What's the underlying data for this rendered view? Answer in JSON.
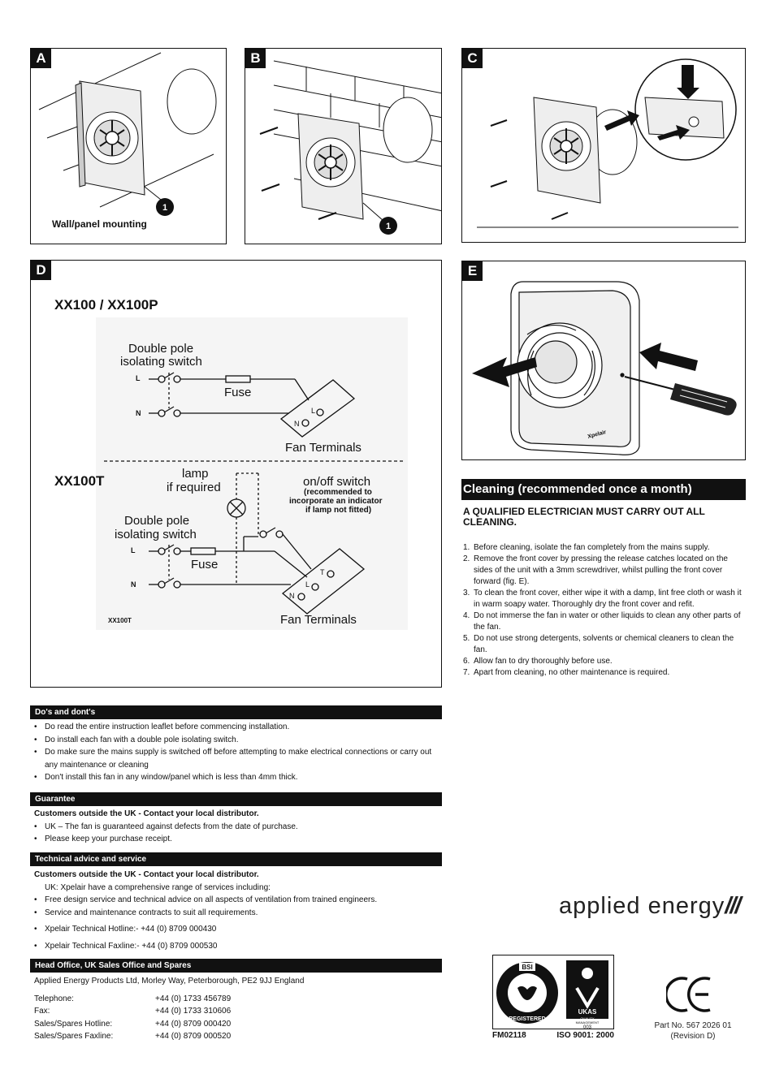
{
  "panels": {
    "a": {
      "letter": "A",
      "caption": "Wall/panel mounting",
      "callout": "1"
    },
    "b": {
      "letter": "B",
      "callout": "1"
    },
    "c": {
      "letter": "C"
    },
    "d": {
      "letter": "D"
    },
    "e": {
      "letter": "E"
    }
  },
  "wiring": {
    "xx100": {
      "title": "XX100 / XX100P",
      "switch_label_1": "Double pole",
      "switch_label_2": "isolating switch",
      "l": "L",
      "n": "N",
      "fuse": "Fuse",
      "term_l": "L",
      "term_n": "N",
      "fan_terminals": "Fan Terminals"
    },
    "xx100t": {
      "title": "XX100T",
      "lamp_1": "lamp",
      "lamp_2": "if required",
      "onoff": "on/off switch",
      "onoff_note_1": "(recommended to",
      "onoff_note_2": "incorporate an indicator",
      "onoff_note_3": "if lamp not fitted)",
      "switch_label_1": "Double pole",
      "switch_label_2": "isolating switch",
      "l": "L",
      "n": "N",
      "fuse": "Fuse",
      "term_t": "T",
      "term_l": "L",
      "term_n": "N",
      "fan_terminals": "Fan Terminals",
      "small_label": "XX100T"
    }
  },
  "fan_logo": "Xpelair",
  "cleaning": {
    "heading": "Cleaning (recommended once a month)",
    "warning": "A QUALIFIED ELECTRICIAN MUST CARRY OUT ALL CLEANING.",
    "steps": [
      {
        "num": "1.",
        "text": "Before cleaning, isolate the fan completely from the mains supply."
      },
      {
        "num": "2.",
        "text": "Remove the front cover by pressing the release catches located on the sides of the unit with a 3mm screwdriver, whilst pulling the front cover forward (fig. E)."
      },
      {
        "num": "3.",
        "text": "To clean the front cover, either wipe it with a damp, lint free cloth or wash it in warm soapy water. Thoroughly dry the front cover and refit."
      },
      {
        "num": "4.",
        "text": "Do not immerse the fan in water or other liquids to clean any other parts of the fan."
      },
      {
        "num": "5.",
        "text": "Do not use strong detergents, solvents or chemical cleaners to clean the fan."
      },
      {
        "num": "6.",
        "text": "Allow fan to dry thoroughly before use."
      },
      {
        "num": "7.",
        "text": "Apart from cleaning, no other maintenance is required."
      }
    ]
  },
  "dos": {
    "heading": "Do's and dont's",
    "items": [
      "Do read the entire instruction leaflet before commencing installation.",
      "Do install each fan with a double pole isolating switch.",
      "Do make sure the mains supply is switched off before attempting to make electrical connections or carry out any maintenance or cleaning",
      "Don't install this fan in any window/panel which is less than 4mm thick."
    ]
  },
  "guarantee": {
    "heading": "Guarantee",
    "lead": "Customers outside the UK - Contact your local distributor.",
    "items": [
      "UK – The fan is guaranteed against defects from the date of purchase.",
      "Please keep your purchase receipt."
    ]
  },
  "technical": {
    "heading": "Technical advice and service",
    "lead": "Customers outside the UK - Contact your local distributor.",
    "intro": "UK: Xpelair have a comprehensive range of services including:",
    "items": [
      "Free design service and technical advice on all aspects of ventilation from trained engineers.",
      "Service and maintenance contracts to suit all requirements."
    ],
    "hotline": "Xpelair Technical Hotline:- +44 (0) 8709 000430",
    "faxline": "Xpelair Technical Faxline:- +44 (0) 8709 000530"
  },
  "head_office": {
    "heading": "Head Office, UK Sales Office and Spares",
    "address": "Applied Energy Products Ltd, Morley Way, Peterborough, PE2 9JJ England",
    "contacts": [
      {
        "label": "Telephone:",
        "value": "+44 (0) 1733 456789"
      },
      {
        "label": "Fax:",
        "value": "+44 (0) 1733 310606"
      },
      {
        "label": "Sales/Spares Hotline:",
        "value": "+44 (0) 8709 000420"
      },
      {
        "label": "Sales/Spares Faxline:",
        "value": "+44 (0) 8709 000520"
      }
    ]
  },
  "brand": "applied energy",
  "cert": {
    "bsi": "BSI",
    "registered": "REGISTERED",
    "ukas": "UKAS",
    "ukas_sub_1": "QUALITY",
    "ukas_sub_2": "MANAGEMENT",
    "ukas_num": "003",
    "fm": "FM02118",
    "iso": "ISO 9001: 2000"
  },
  "part": {
    "number": "Part No. 567 2026 01",
    "revision": "(Revision D)"
  }
}
